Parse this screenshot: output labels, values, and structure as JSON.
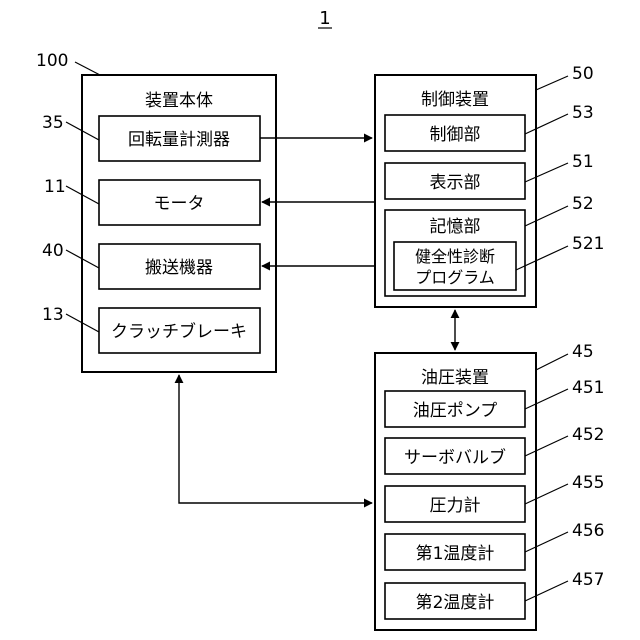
{
  "figure_number": "1",
  "main_body": {
    "ref": "100",
    "title": "装置本体",
    "items": [
      {
        "ref": "35",
        "label": "回転量計測器"
      },
      {
        "ref": "11",
        "label": "モータ"
      },
      {
        "ref": "40",
        "label": "搬送機器"
      },
      {
        "ref": "13",
        "label": "クラッチブレーキ"
      }
    ]
  },
  "controller": {
    "ref": "50",
    "title": "制御装置",
    "items": [
      {
        "ref": "53",
        "label": "制御部"
      },
      {
        "ref": "51",
        "label": "表示部"
      }
    ],
    "storage": {
      "ref": "52",
      "label": "記憶部",
      "program": {
        "ref": "521",
        "line1": "健全性診断",
        "line2": "プログラム"
      }
    }
  },
  "hydraulic": {
    "ref": "45",
    "title": "油圧装置",
    "items": [
      {
        "ref": "451",
        "label": "油圧ポンプ"
      },
      {
        "ref": "452",
        "label": "サーボバルブ"
      },
      {
        "ref": "455",
        "label": "圧力計"
      },
      {
        "ref": "456",
        "label": "第1温度計"
      },
      {
        "ref": "457",
        "label": "第2温度計"
      }
    ]
  }
}
